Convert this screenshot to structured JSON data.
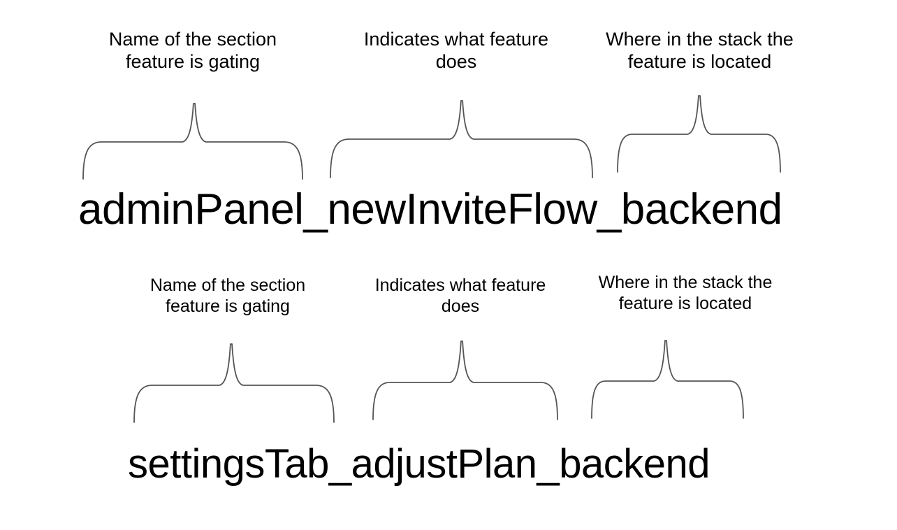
{
  "page": {
    "background_color": "#ffffff",
    "text_color": "#000000",
    "brace_color": "#555555"
  },
  "rows": [
    {
      "flag": "adminPanel_newInviteFlow_backend",
      "segments": [
        {
          "token": "adminPanel",
          "annotation": "Name of the section\nfeature is gating"
        },
        {
          "token": "newInviteFlow",
          "annotation": "Indicates what feature\ndoes"
        },
        {
          "token": "backend",
          "annotation": "Where in the stack the\nfeature is located"
        }
      ]
    },
    {
      "flag": "settingsTab_adjustPlan_backend",
      "segments": [
        {
          "token": "settingsTab",
          "annotation": "Name of the section\nfeature is gating"
        },
        {
          "token": "adjustPlan",
          "annotation": "Indicates what feature\ndoes"
        },
        {
          "token": "backend",
          "annotation": "Where in the stack the\nfeature is located"
        }
      ]
    }
  ]
}
